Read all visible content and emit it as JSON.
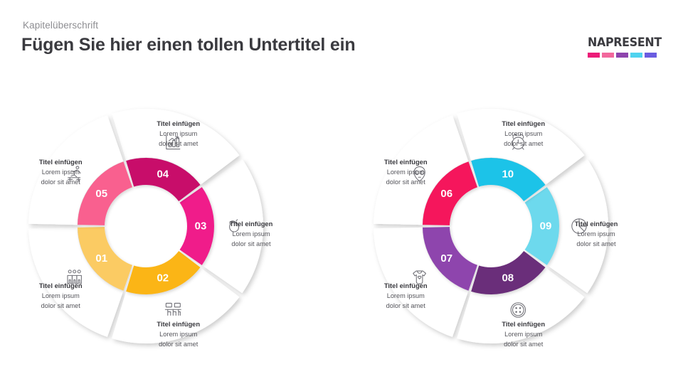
{
  "header": {
    "kicker": "Kapitelüberschrift",
    "title": "Fügen Sie hier einen tollen Untertitel ein"
  },
  "logo": {
    "word": "NAPRESENT",
    "bar_colors": [
      "#EC1C78",
      "#F2689C",
      "#8E44AD",
      "#4FD3EF",
      "#6A5CE0"
    ]
  },
  "segments": [
    {
      "num": "01",
      "title": "Titel einfügen",
      "line1": "Lorem ipsum",
      "line2": "dolor sit amet",
      "color": "#FBCB63",
      "icon": "three-people-icon"
    },
    {
      "num": "02",
      "title": "Titel einfügen",
      "line1": "Lorem ipsum",
      "line2": "dolor sit amet",
      "color": "#FBB515",
      "icon": "meeting-table-icon"
    },
    {
      "num": "03",
      "title": "Titel einfügen",
      "line1": "Lorem ipsum",
      "line2": "dolor sit amet",
      "color": "#F01D8A",
      "icon": "acorn-icon"
    },
    {
      "num": "04",
      "title": "Titel einfügen",
      "line1": "Lorem ipsum",
      "line2": "dolor sit amet",
      "color": "#C80F6B",
      "icon": "bar-chart-growth-icon"
    },
    {
      "num": "05",
      "title": "Titel einfügen",
      "line1": "Lorem ipsum",
      "line2": "dolor sit amet",
      "color": "#F9608F",
      "icon": "hurdle-runner-icon"
    },
    {
      "num": "06",
      "title": "Titel einfügen",
      "line1": "Lorem ipsum",
      "line2": "dolor sit amet",
      "color": "#F5145B",
      "icon": "alien-face-icon"
    },
    {
      "num": "07",
      "title": "Titel einfügen",
      "line1": "Lorem ipsum",
      "line2": "dolor sit amet",
      "color": "#8E44AD",
      "icon": "baby-onesie-icon"
    },
    {
      "num": "08",
      "title": "Titel einfügen",
      "line1": "Lorem ipsum",
      "line2": "dolor sit amet",
      "color": "#6B2D7A",
      "icon": "button-sewing-icon"
    },
    {
      "num": "09",
      "title": "Titel einfügen",
      "line1": "Lorem ipsum",
      "line2": "dolor sit amet",
      "color": "#6DD9ED",
      "icon": "pie-chart-icon"
    },
    {
      "num": "10",
      "title": "Titel einfügen",
      "line1": "Lorem ipsum",
      "line2": "dolor sit amet",
      "color": "#1EC3E8",
      "icon": "alarm-clock-icon"
    }
  ],
  "chart_data": {
    "type": "pie",
    "title": "Fügen Sie hier einen tollen Untertitel ein",
    "legend_position": "inline",
    "note": "Two 5-segment donut wheels arranged as an S / infinity shape; each segment is an equal slice carrying a number badge, an outline icon and a title with two body lines.",
    "categories": [
      "01",
      "02",
      "03",
      "04",
      "05",
      "06",
      "07",
      "08",
      "09",
      "10"
    ],
    "values": [
      10,
      10,
      10,
      10,
      10,
      10,
      10,
      10,
      10,
      10
    ],
    "colors": [
      "#FBCB63",
      "#FBB515",
      "#F01D8A",
      "#C80F6B",
      "#F9608F",
      "#F5145B",
      "#8E44AD",
      "#6B2D7A",
      "#6DD9ED",
      "#1EC3E8"
    ]
  }
}
